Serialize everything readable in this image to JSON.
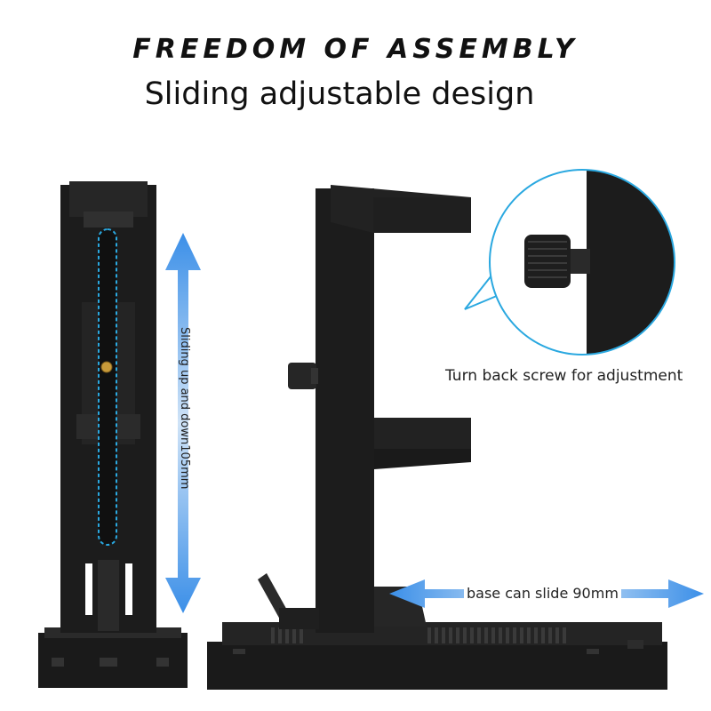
{
  "headline": "FREEDOM OF ASSEMBLY",
  "subheadline": "Sliding adjustable design",
  "callouts": {
    "screw": "Turn back screw for adjustment",
    "vertical_slide": "Sliding up and down105mm",
    "base_slide": "base can slide 90mm"
  },
  "colors": {
    "arrow_blue": "#3b8fe8",
    "highlight_cyan": "#2aa8e0",
    "product_black": "#1c1c1c"
  }
}
